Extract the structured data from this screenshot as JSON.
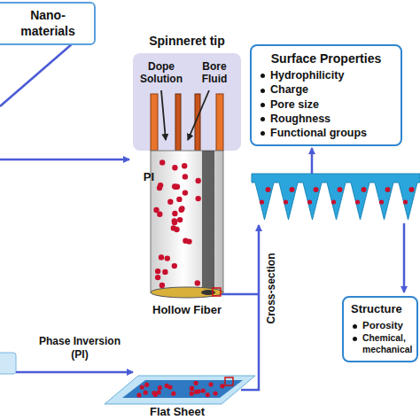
{
  "diagram": {
    "nodes": [
      {
        "text": [
          "Nano- materials"
        ]
      },
      {
        "text": [
          "Spinneret tip",
          "Dope Solution",
          "Bore Fluid"
        ]
      },
      {
        "text": [
          "Hollow Fiber"
        ]
      },
      {
        "text": [
          "Surface Properties",
          "Hydrophilicity",
          "Charge",
          "Pore size",
          "Roughness",
          "Functional groups"
        ]
      },
      {
        "text": [
          "Structure",
          "Porosity",
          "Chemical, mechanical"
        ]
      },
      {
        "text": [
          "Flat Sheet"
        ]
      }
    ],
    "labels": [
      "PI",
      "Cross-section",
      "Phase Inversion (PI)"
    ]
  }
}
